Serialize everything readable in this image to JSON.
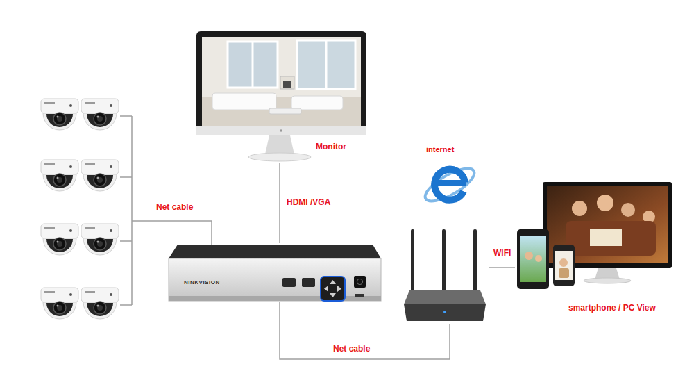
{
  "diagram": {
    "nodes": [
      {
        "text": [
          "NINKVISION"
        ]
      },
      {
        "text": [
          "Monitor"
        ]
      },
      {
        "text": [
          "internet"
        ]
      },
      {
        "text": [
          "smartphone / PC View"
        ]
      }
    ],
    "edges": [
      {
        "from": 0,
        "to": 1,
        "arrow": "none",
        "label": "HDMI /VGA"
      },
      {
        "from": 0,
        "to": 2,
        "arrow": "none",
        "label": "Net cable"
      },
      {
        "from": 2,
        "to": 3,
        "arrow": "none",
        "label": "WIFI"
      }
    ],
    "labels": [
      "Net cable"
    ]
  }
}
